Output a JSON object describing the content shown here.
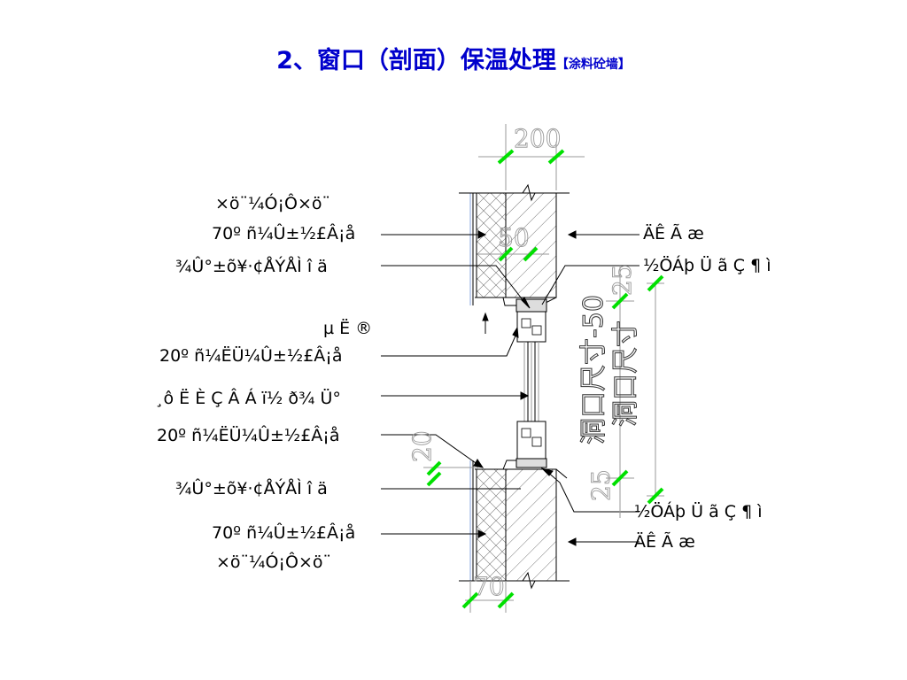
{
  "title": {
    "main": "2、窗口（剖面）保温处理",
    "sub": "【涂料砼墙】"
  },
  "labels_left": [
    "×ö¨¼Ó¡Ô­×ö¨",
    "70º ñ¼Û±½£Â¡å",
    "¾Û°±õ¥·¢ÅÝÅÌ î ä",
    "µ Ë ®",
    "20º ñ¼ËÜ¼Û±½£Â¡å",
    "¸ô Ë È Ç Â Á ï½ ð¾ Ü°",
    "20º ñ¼ËÜ¼Û±½£Â¡å",
    "¾Û°±õ¥·¢ÅÝÅÌ î ä",
    "70º ñ¼Û±½£Â¡å",
    "×ö¨¼Ó¡Ô­×ö¨"
  ],
  "labels_right": [
    "ÄÊ Ã æ",
    "½ÖÁþ Ü ã Ç ¶ ì",
    "½ÖÁþ Ü ã Ç ¶ ì",
    "ÄÊ Ã æ"
  ],
  "dimensions": [
    "200",
    "50",
    "25",
    "20",
    "25",
    "70"
  ],
  "vertical_labels": [
    "洞口尺寸-50",
    "洞口尺寸"
  ],
  "colors": {
    "title": "#0000cc",
    "tick": "#00e000",
    "line": "#000000",
    "dim": "#9a9a9a"
  }
}
